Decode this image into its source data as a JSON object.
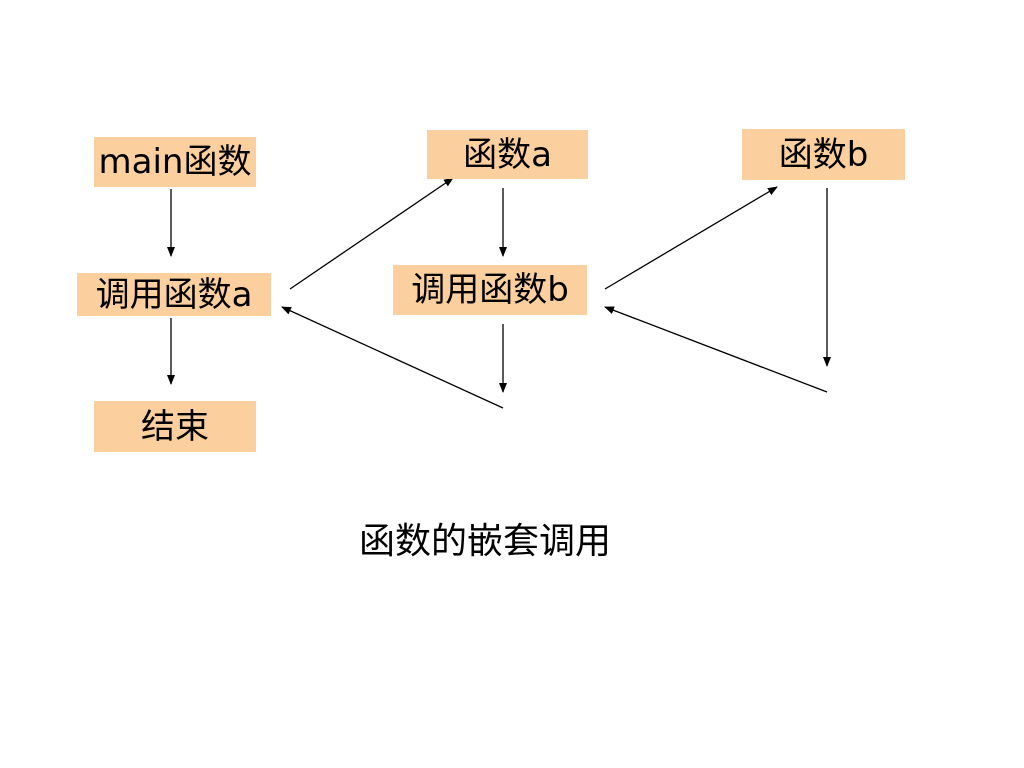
{
  "nodes": {
    "main_function": "main函数",
    "call_function_a": "调用函数a",
    "end": "结束",
    "function_a": "函数a",
    "call_function_b": "调用函数b",
    "function_b": "函数b"
  },
  "caption": "函数的嵌套调用",
  "colors": {
    "node_fill": "#fccf9e",
    "arrow": "#000000",
    "background": "#ffffff"
  }
}
